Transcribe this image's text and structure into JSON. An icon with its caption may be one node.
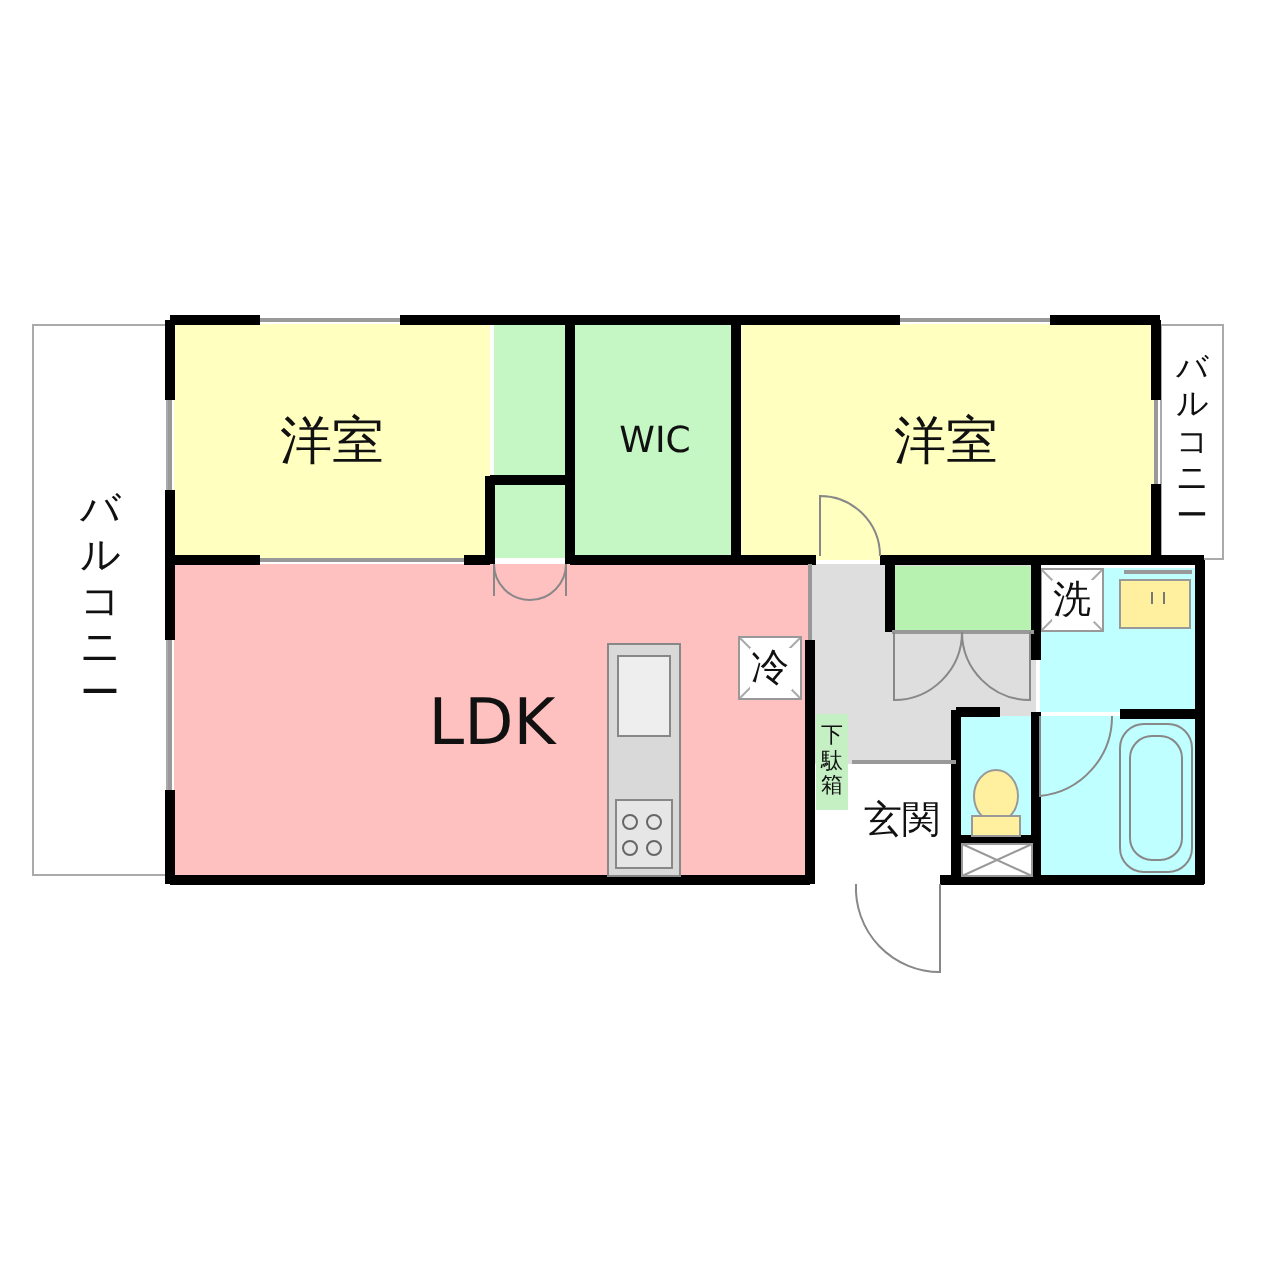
{
  "diagram": {
    "nodes": [
      {
        "text": [
          "バルコニー"
        ]
      },
      {
        "text": [
          "洋室"
        ]
      },
      {
        "text": [
          "WIC"
        ]
      },
      {
        "text": [
          "洋室"
        ]
      },
      {
        "text": [
          "バルコニー"
        ]
      },
      {
        "text": [
          "LDK"
        ]
      },
      {
        "text": [
          "冷"
        ],
        "in": 5
      },
      {
        "text": [
          "下駄箱"
        ]
      },
      {
        "text": [
          "玄関"
        ]
      },
      {
        "text": [
          "洗"
        ]
      }
    ]
  }
}
